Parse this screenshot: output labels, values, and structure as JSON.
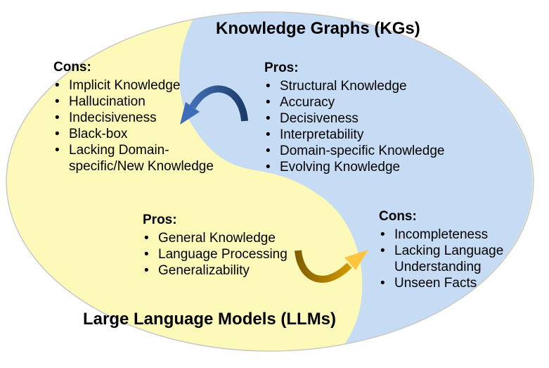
{
  "kg": {
    "title": "Knowledge Graphs (KGs)",
    "pros": {
      "heading": "Pros:",
      "items": [
        "Structural Knowledge",
        "Accuracy",
        "Decisiveness",
        "Interpretability",
        "Domain-specific Knowledge",
        "Evolving Knowledge"
      ]
    },
    "cons": {
      "heading": "Cons:",
      "items": [
        "Implicit Knowledge",
        "Hallucination",
        "Indecisiveness",
        "Black-box",
        "Lacking Domain-specific/New Knowledge"
      ]
    }
  },
  "llm": {
    "title": "Large Language Models (LLMs)",
    "pros": {
      "heading": "Pros:",
      "items": [
        "General Knowledge",
        "Language Processing",
        "Generalizability"
      ]
    },
    "cons": {
      "heading": "Cons:",
      "items": [
        "Incompleteness",
        "Lacking Language Understanding",
        "Unseen Facts"
      ]
    }
  },
  "icons": {
    "blue_curved_arrow": "curved-arrow-pointing-down-left",
    "gold_curved_arrow": "curved-arrow-pointing-up-right"
  },
  "colors": {
    "llm_yellow": "#FCF9B9",
    "kg_blue": "#C6DCF4",
    "ellipse_outline": "#C8C8C8",
    "text": "#000000",
    "arrow_blue_dark": "#1B3A66",
    "arrow_blue_light": "#4C7BC8",
    "arrow_blue_head": "#3E6CB8",
    "arrow_gold_dark": "#7E5C00",
    "arrow_gold_light": "#F0AD00",
    "arrow_gold_head": "#FFC440"
  }
}
